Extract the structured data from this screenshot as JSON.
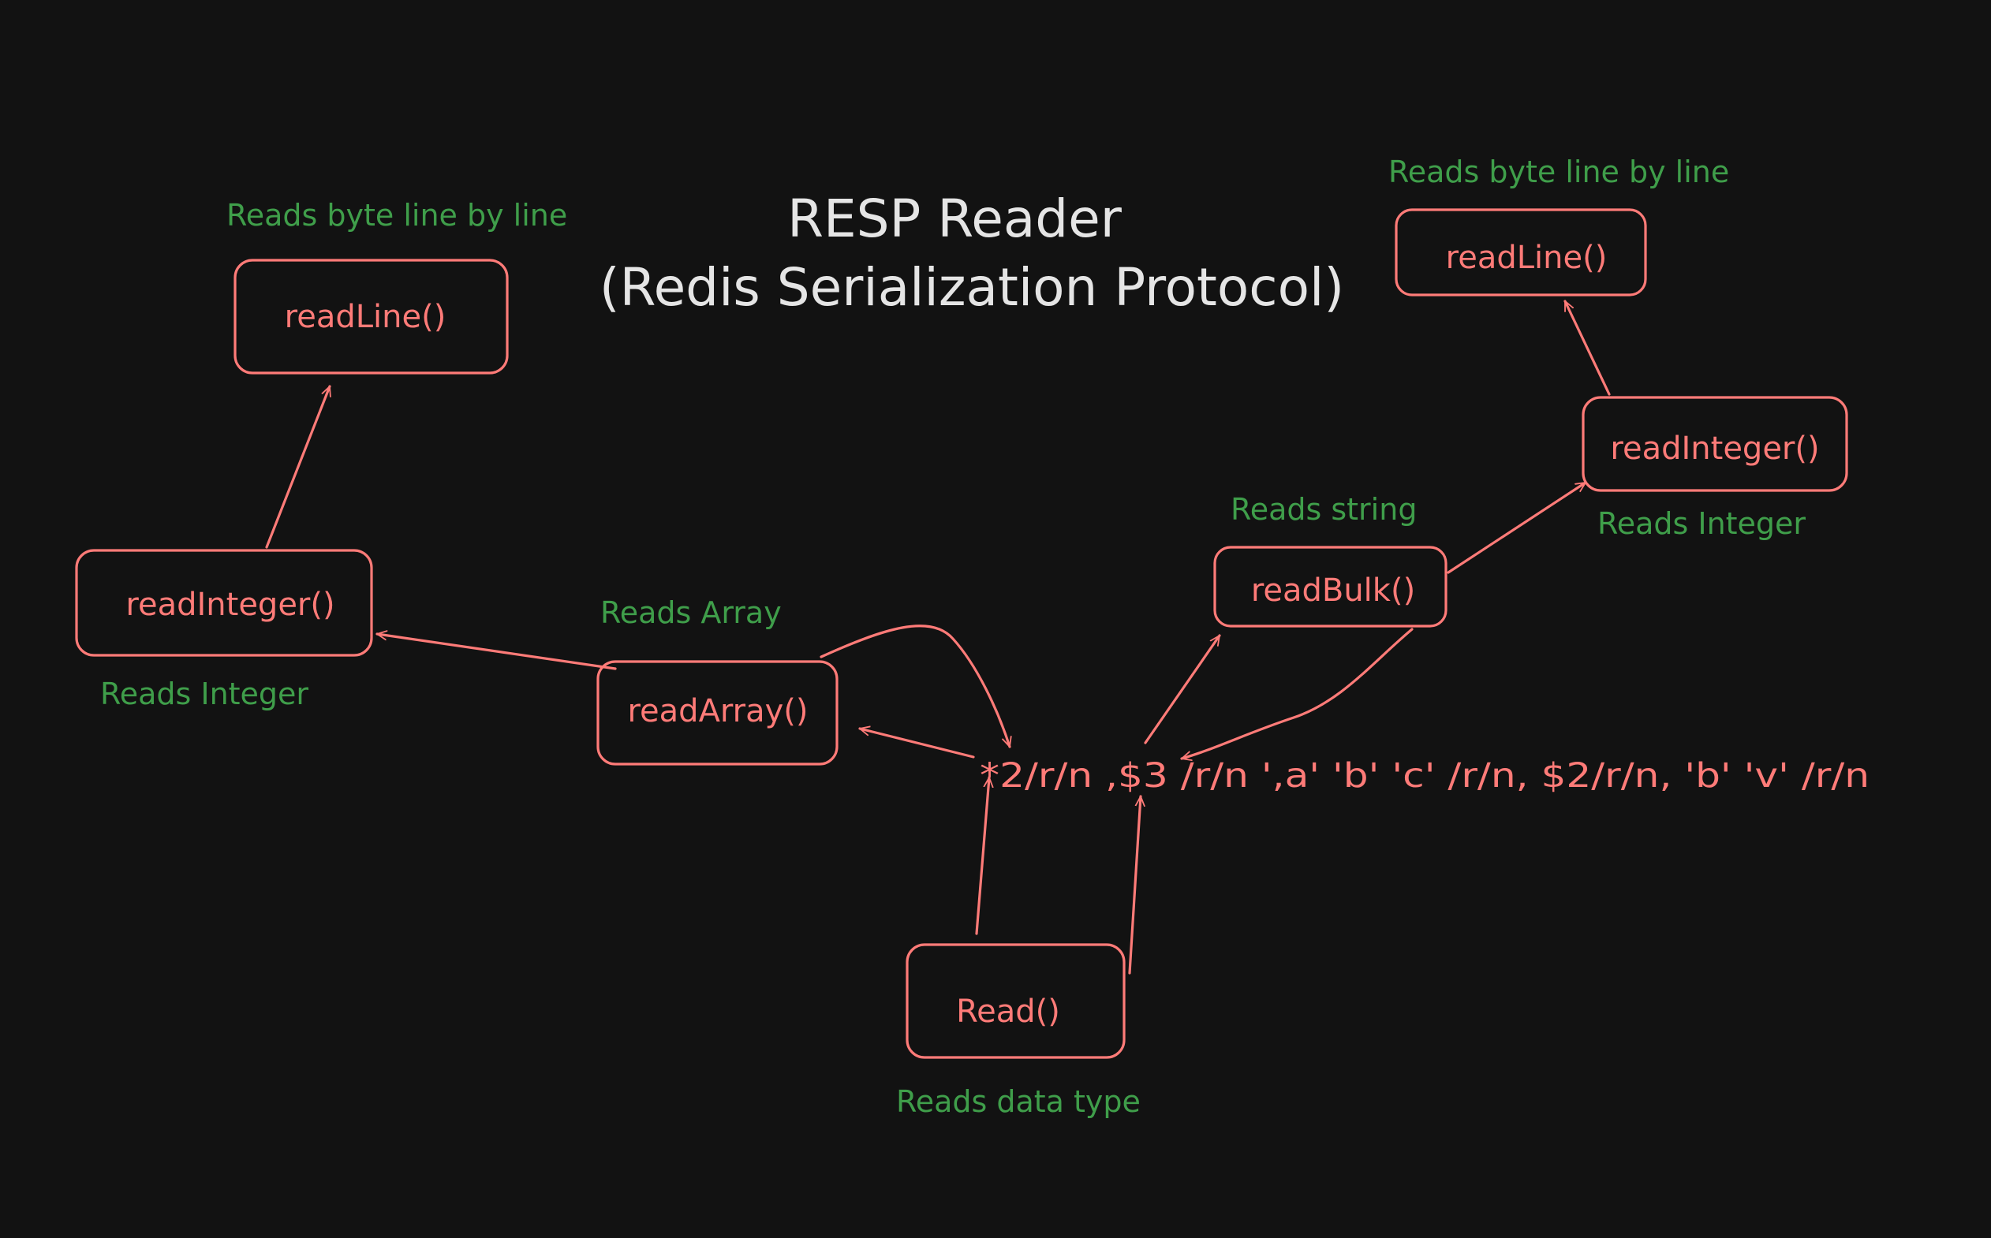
{
  "title": {
    "line1": "RESP Reader",
    "line2": "(Redis Serialization Protocol)"
  },
  "resp_string": "*2/r/n ,$3 /r/n ',a' 'b' 'c' /r/n, $2/r/n, 'b' 'v' /r/n",
  "nodes": {
    "readline_left": {
      "label": "readLine()",
      "note": "Reads byte line by line"
    },
    "readinteger_left": {
      "label": "readInteger()",
      "note": "Reads Integer"
    },
    "readarray": {
      "label": "readArray()",
      "note": "Reads Array"
    },
    "read": {
      "label": "Read()",
      "note": "Reads data type"
    },
    "readbulk": {
      "label": "readBulk()",
      "note": "Reads string"
    },
    "readinteger_right": {
      "label": "readInteger()",
      "note": "Reads Integer"
    },
    "readline_right": {
      "label": "readLine()",
      "note": "Reads byte line by line"
    }
  },
  "colors": {
    "background": "#121212",
    "box_stroke": "#ff7b78",
    "note_text": "#3f9e4a",
    "title_text": "#e5e5e5"
  }
}
